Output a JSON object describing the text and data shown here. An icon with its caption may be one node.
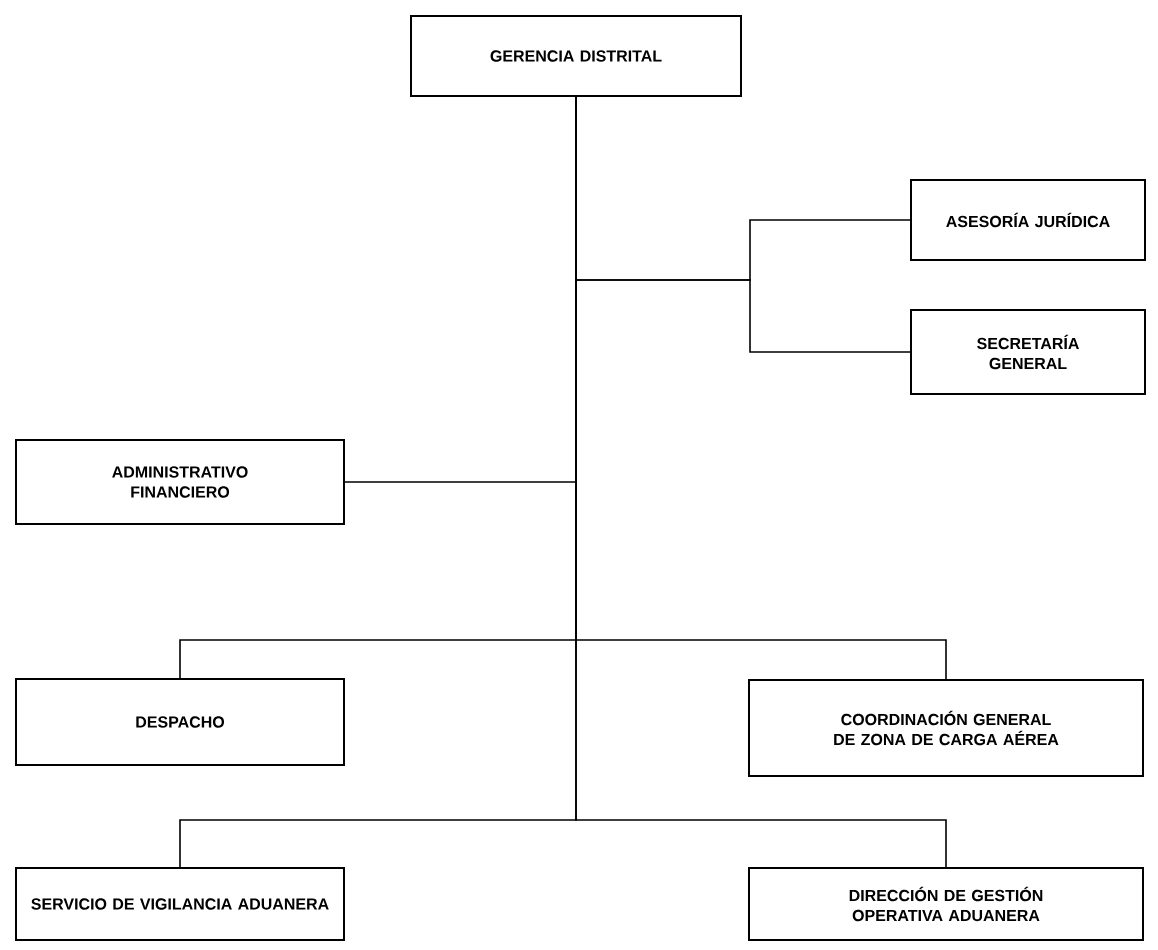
{
  "diagram": {
    "nodes": [
      {
        "text": [
          "GERENCIA DISTRITAL"
        ]
      },
      {
        "text": [
          "ASESORÍA JURÍDICA"
        ]
      },
      {
        "text": [
          "SECRETARÍA GENERAL"
        ]
      },
      {
        "text": [
          "ADMINISTRATIVO FINANCIERO"
        ]
      },
      {
        "text": [
          "DESPACHO"
        ]
      },
      {
        "text": [
          "COORDINACIÓN GENERAL DE ZONA DE CARGA AÉREA"
        ]
      },
      {
        "text": [
          "SERVICIO DE VIGILANCIA ADUANERA"
        ]
      },
      {
        "text": [
          "DIRECCIÓN DE GESTIÓN OPERATIVA ADUANERA"
        ]
      }
    ],
    "edges": [
      {
        "from": 0,
        "to": 1,
        "arrow": "none"
      },
      {
        "from": 0,
        "to": 2,
        "arrow": "none"
      },
      {
        "from": 0,
        "to": 3,
        "arrow": "none"
      },
      {
        "from": 0,
        "to": 4,
        "arrow": "none"
      },
      {
        "from": 0,
        "to": 5,
        "arrow": "none"
      },
      {
        "from": 0,
        "to": 6,
        "arrow": "none"
      },
      {
        "from": 0,
        "to": 7,
        "arrow": "none"
      }
    ]
  }
}
